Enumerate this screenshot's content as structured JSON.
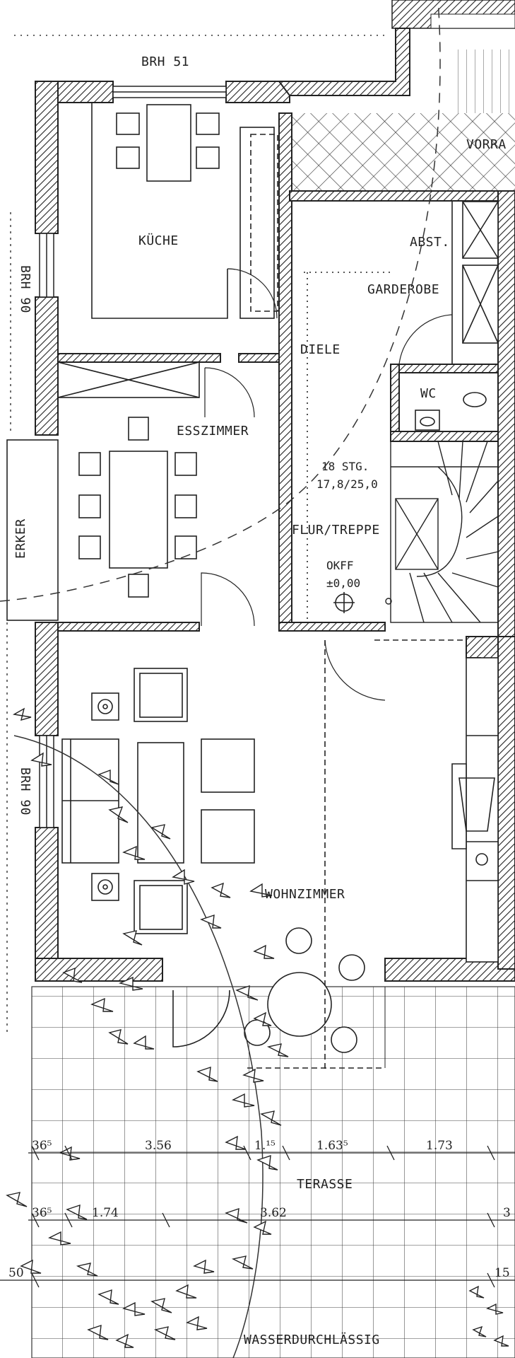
{
  "plan": {
    "labels": {
      "brh_top": "BRH 51",
      "brh_left_upper": "BRH 90",
      "brh_left_lower": "BRH 90",
      "kueche": "KÜCHE",
      "vorraum": "VORRA",
      "abst": "ABST.",
      "garderobe": "GARDEROBE",
      "diele": "DIELE",
      "wc": "WC",
      "esszimmer": "ESSZIMMER",
      "stufen": "18 STG.",
      "steigung": "17,8/25,0",
      "flur_treppe": "FLUR/TREPPE",
      "okff": "OKFF",
      "okff_value": "±0,00",
      "erker": "ERKER",
      "wohnzimmer": "WOHNZIMMER",
      "terasse": "TERASSE",
      "wasserdurchlaessig": "WASSERDURCHLÄSSIG"
    },
    "dimensions": {
      "row1": [
        "36⁵",
        "3.56",
        "1.¹⁵",
        "1.63⁵",
        "1.73"
      ],
      "row2": [
        "36⁵",
        "1.74",
        "3.62",
        "3"
      ],
      "row3": [
        "50",
        "15"
      ]
    }
  }
}
